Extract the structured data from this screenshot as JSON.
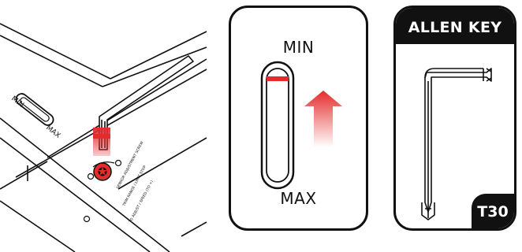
{
  "illustration": {
    "slot_min_label": "MIN",
    "slot_max_label": "MAX",
    "label_lines": [
      "SENSOR ADJUSTMENT SCREW",
      "TRIM RANGE / LIMIT STOP",
      "TO ADJUST / SPEED (TO +)"
    ]
  },
  "gauge": {
    "min_label": "MIN",
    "max_label": "MAX",
    "indicator_color": "#e52b2b",
    "arrow_direction": "up"
  },
  "tool": {
    "header": "ALLEN KEY",
    "size": "T30",
    "icon": "torx-l-key-icon"
  },
  "colors": {
    "accent": "#e52b2b",
    "ink": "#111111"
  }
}
